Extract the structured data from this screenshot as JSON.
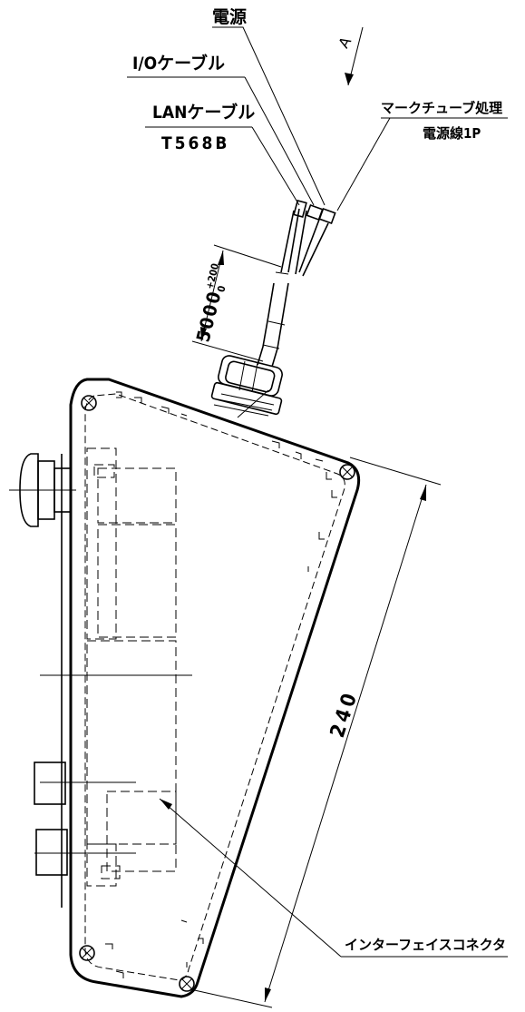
{
  "labels": {
    "power": "電源",
    "io_cable": "I/Oケーブル",
    "lan_cable": "LANケーブル",
    "lan_standard": "T568B",
    "mark_tube": "マークチューブ処理",
    "power_line": "電源線1P",
    "view_arrow": "A",
    "interface_connector": "インターフェイスコネクタ"
  },
  "dimensions": {
    "cable_length": "5000",
    "cable_tol_upper": "+200",
    "cable_tol_lower": "0",
    "body_length": "240"
  }
}
